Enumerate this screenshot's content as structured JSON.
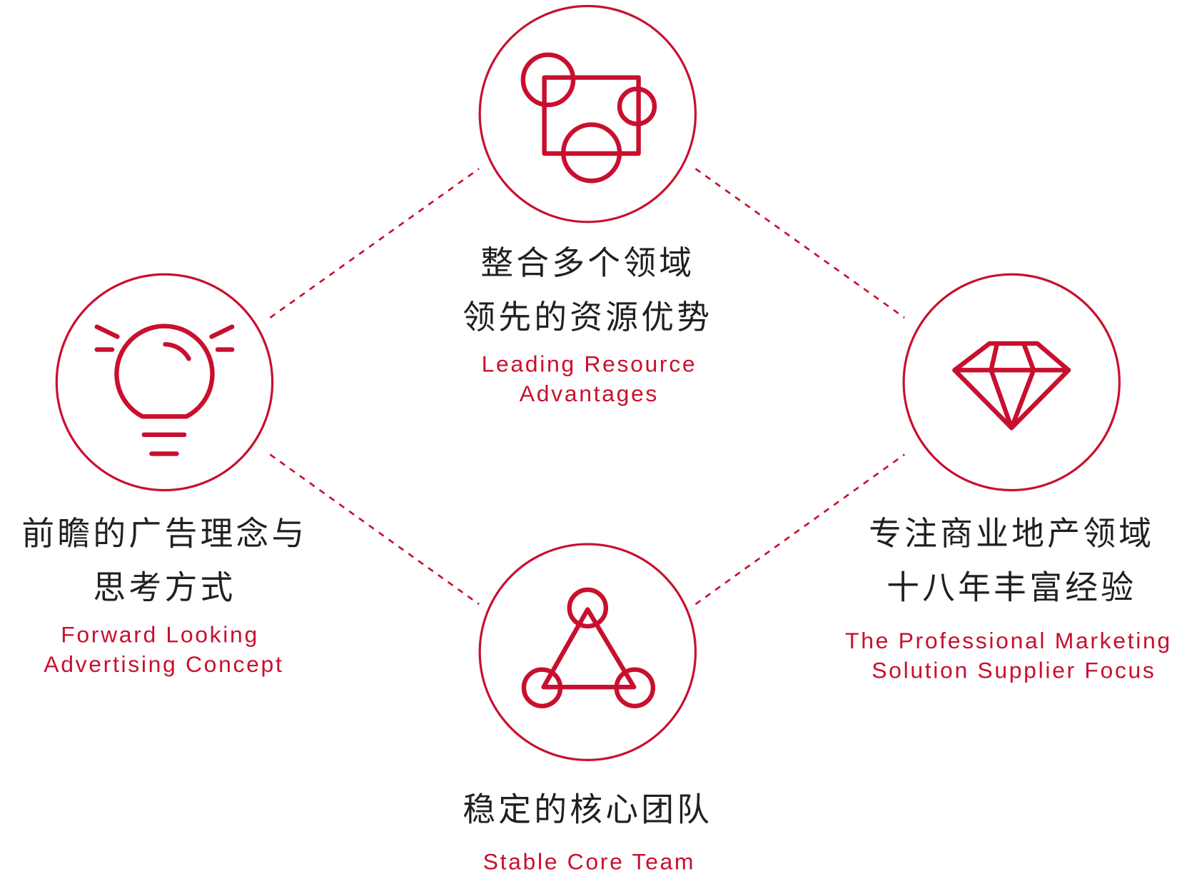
{
  "accent_color": "#c8102e",
  "nodes": {
    "top": {
      "icon": "shapes-icon",
      "cn": [
        "整合多个领域",
        "领先的资源优势"
      ],
      "en": [
        "Leading Resource",
        "Advantages"
      ]
    },
    "left": {
      "icon": "lightbulb-icon",
      "cn": [
        "前瞻的广告理念与",
        "思考方式"
      ],
      "en": [
        "Forward Looking",
        "Advertising Concept"
      ]
    },
    "right": {
      "icon": "diamond-icon",
      "cn": [
        "专注商业地产领域",
        "十八年丰富经验"
      ],
      "en": [
        "The Professional Marketing",
        "Solution Supplier Focus"
      ]
    },
    "bottom": {
      "icon": "triangle-network-icon",
      "cn": [
        "稳定的核心团队"
      ],
      "en": [
        "Stable Core Team"
      ]
    }
  }
}
